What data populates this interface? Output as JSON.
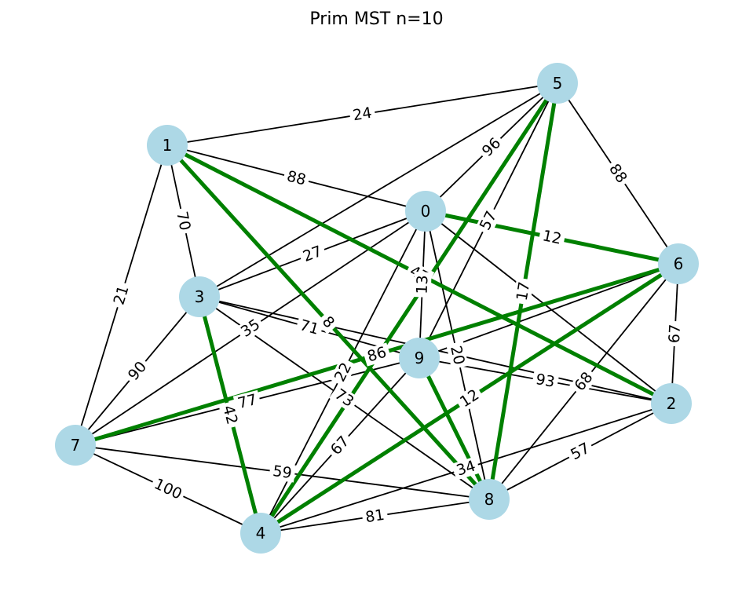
{
  "title": "Prim MST n=10",
  "colors": {
    "node_fill": "#add8e6",
    "edge": "#000000",
    "mst_edge": "#008000",
    "background": "#ffffff"
  },
  "nodes": [
    {
      "id": "0",
      "label": "0"
    },
    {
      "id": "1",
      "label": "1"
    },
    {
      "id": "2",
      "label": "2"
    },
    {
      "id": "3",
      "label": "3"
    },
    {
      "id": "4",
      "label": "4"
    },
    {
      "id": "5",
      "label": "5"
    },
    {
      "id": "6",
      "label": "6"
    },
    {
      "id": "7",
      "label": "7"
    },
    {
      "id": "8",
      "label": "8"
    },
    {
      "id": "9",
      "label": "9"
    }
  ],
  "edges": [
    {
      "source": "1",
      "target": "5",
      "weight": "24",
      "mst": false
    },
    {
      "source": "1",
      "target": "0",
      "weight": "88",
      "mst": false
    },
    {
      "source": "1",
      "target": "3",
      "weight": "70",
      "mst": false
    },
    {
      "source": "1",
      "target": "7",
      "weight": "21",
      "mst": false
    },
    {
      "source": "1",
      "target": "2",
      "weight": "47",
      "mst": true
    },
    {
      "source": "1",
      "target": "8",
      "weight": "8",
      "mst": true
    },
    {
      "source": "5",
      "target": "0",
      "weight": "96",
      "mst": false
    },
    {
      "source": "5",
      "target": "6",
      "weight": "88",
      "mst": false
    },
    {
      "source": "5",
      "target": "9",
      "weight": "57",
      "mst": false
    },
    {
      "source": "5",
      "target": "3",
      "weight": "",
      "mst": false
    },
    {
      "source": "5",
      "target": "4",
      "weight": "",
      "mst": true
    },
    {
      "source": "5",
      "target": "8",
      "weight": "17",
      "mst": true
    },
    {
      "source": "0",
      "target": "6",
      "weight": "12",
      "mst": true
    },
    {
      "source": "0",
      "target": "3",
      "weight": "27",
      "mst": false
    },
    {
      "source": "0",
      "target": "9",
      "weight": "13",
      "mst": false
    },
    {
      "source": "0",
      "target": "8",
      "weight": "20",
      "mst": false
    },
    {
      "source": "0",
      "target": "2",
      "weight": "",
      "mst": false
    },
    {
      "source": "0",
      "target": "4",
      "weight": "22",
      "mst": false
    },
    {
      "source": "0",
      "target": "7",
      "weight": "35",
      "mst": false
    },
    {
      "source": "6",
      "target": "7",
      "weight": "86",
      "mst": true
    },
    {
      "source": "6",
      "target": "4",
      "weight": "12",
      "mst": true
    },
    {
      "source": "6",
      "target": "2",
      "weight": "67",
      "mst": false
    },
    {
      "source": "6",
      "target": "8",
      "weight": "68",
      "mst": false
    },
    {
      "source": "6",
      "target": "9",
      "weight": "",
      "mst": false
    },
    {
      "source": "3",
      "target": "9",
      "weight": "71",
      "mst": false
    },
    {
      "source": "3",
      "target": "4",
      "weight": "42",
      "mst": true
    },
    {
      "source": "3",
      "target": "7",
      "weight": "90",
      "mst": false
    },
    {
      "source": "3",
      "target": "8",
      "weight": "73",
      "mst": false
    },
    {
      "source": "3",
      "target": "2",
      "weight": "",
      "mst": false
    },
    {
      "source": "9",
      "target": "8",
      "weight": "",
      "mst": true
    },
    {
      "source": "9",
      "target": "4",
      "weight": "67",
      "mst": false
    },
    {
      "source": "9",
      "target": "2",
      "weight": "93",
      "mst": false
    },
    {
      "source": "9",
      "target": "7",
      "weight": "77",
      "mst": false
    },
    {
      "source": "7",
      "target": "8",
      "weight": "59",
      "mst": false
    },
    {
      "source": "7",
      "target": "4",
      "weight": "100",
      "mst": false
    },
    {
      "source": "4",
      "target": "8",
      "weight": "81",
      "mst": false
    },
    {
      "source": "4",
      "target": "2",
      "weight": "34",
      "mst": false
    },
    {
      "source": "2",
      "target": "8",
      "weight": "57",
      "mst": false
    }
  ]
}
